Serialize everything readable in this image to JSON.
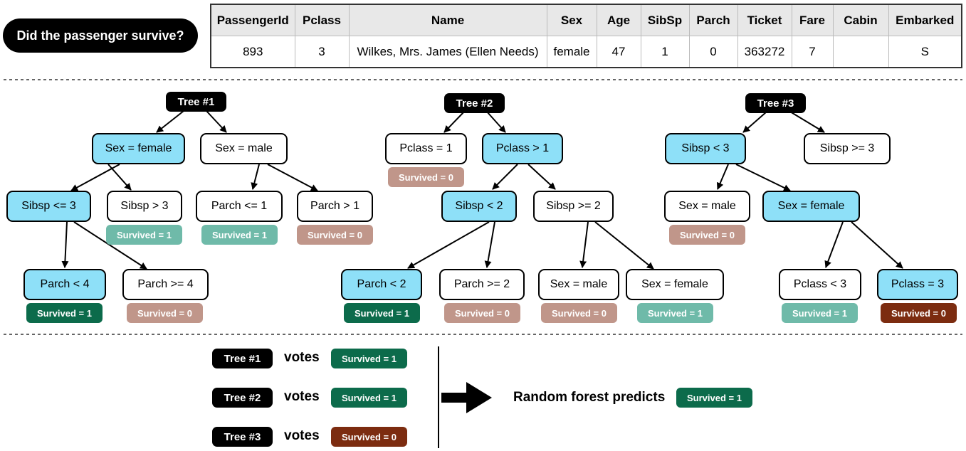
{
  "question": "Did the passenger survive?",
  "passenger_table": {
    "headers": [
      "PassengerId",
      "Pclass",
      "Name",
      "Sex",
      "Age",
      "SibSp",
      "Parch",
      "Ticket",
      "Fare",
      "Cabin",
      "Embarked"
    ],
    "row": [
      "893",
      "3",
      "Wilkes, Mrs. James (Ellen Needs)",
      "female",
      "47",
      "1",
      "0",
      "363272",
      "7",
      "",
      "S"
    ]
  },
  "colors": {
    "highlight": "#8ee0f8",
    "survived_dark": "#0c6b4b",
    "survived_light": "#6fbaa9",
    "died_light": "#c0968a",
    "died_dark": "#7c2c10"
  },
  "trees": [
    {
      "label": "Tree #1",
      "nodes": [
        "Sex = female",
        "Sex = male",
        "Sibsp <= 3",
        "Sibsp > 3",
        "Parch <= 1",
        "Parch > 1",
        "Parch < 4",
        "Parch >= 4"
      ],
      "leaves": [
        "Survived = 1",
        "Survived = 1",
        "Survived = 0",
        "Survived = 1",
        "Survived = 0"
      ]
    },
    {
      "label": "Tree #2",
      "nodes": [
        "Pclass = 1",
        "Pclass > 1",
        "Sibsp < 2",
        "Sibsp >= 2",
        "Parch < 2",
        "Parch >= 2",
        "Sex = male",
        "Sex = female"
      ],
      "leaves": [
        "Survived = 0",
        "Survived = 1",
        "Survived = 0",
        "Survived = 0",
        "Survived = 1"
      ]
    },
    {
      "label": "Tree #3",
      "nodes": [
        "Sibsp < 3",
        "Sibsp >= 3",
        "Sex = male",
        "Sex = female",
        "Pclass < 3",
        "Pclass = 3"
      ],
      "leaves": [
        "Survived = 0",
        "Survived = 1",
        "Survived = 0"
      ]
    }
  ],
  "votes": {
    "word": "votes",
    "rows": [
      {
        "tree": "Tree #1",
        "result": "Survived = 1"
      },
      {
        "tree": "Tree #2",
        "result": "Survived = 1"
      },
      {
        "tree": "Tree #3",
        "result": "Survived = 0"
      }
    ]
  },
  "prediction": {
    "label": "Random forest predicts",
    "result": "Survived = 1"
  }
}
